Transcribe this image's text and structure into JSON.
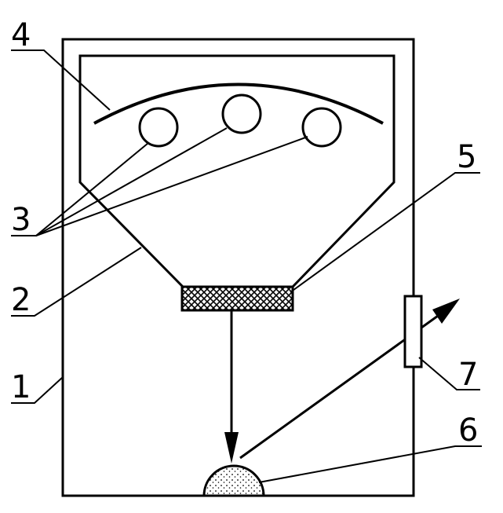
{
  "colors": {
    "stroke": "#000000",
    "background": "#ffffff"
  },
  "labels": {
    "housing": "1",
    "funnel": "2",
    "lamps": "3",
    "reflector": "4",
    "mesh": "5",
    "sample": "6",
    "window": "7"
  }
}
